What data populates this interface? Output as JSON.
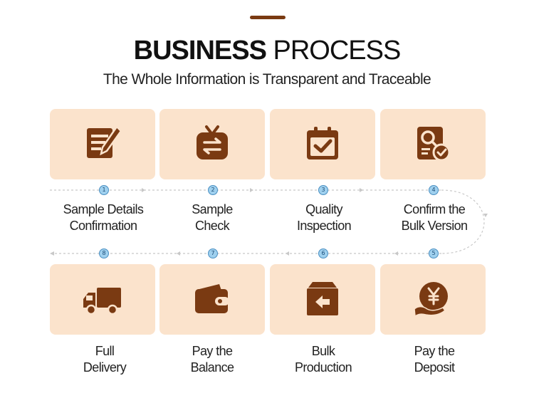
{
  "header": {
    "title_bold": "BUSINESS",
    "title_light": "PROCESS",
    "subtitle": "The Whole Information is Transparent and Traceable"
  },
  "colors": {
    "accent": "#7a3a12",
    "card": "#fbe3cc",
    "icon": "#7a3a12",
    "badge": "#9fd0ee",
    "line": "#c8c8c8"
  },
  "steps": [
    {
      "number": "1",
      "line1": "Sample Details",
      "line2": "Confirmation",
      "icon": "document-pencil-icon"
    },
    {
      "number": "2",
      "line1": "Sample",
      "line2": "Check",
      "icon": "tv-exchange-icon"
    },
    {
      "number": "3",
      "line1": "Quality",
      "line2": "Inspection",
      "icon": "calendar-check-icon"
    },
    {
      "number": "4",
      "line1": "Confirm the",
      "line2": "Bulk Version",
      "icon": "document-search-check-icon"
    },
    {
      "number": "5",
      "line1": "Pay the",
      "line2": "Deposit",
      "icon": "yen-hand-icon"
    },
    {
      "number": "6",
      "line1": "Bulk",
      "line2": "Production",
      "icon": "box-arrow-icon"
    },
    {
      "number": "7",
      "line1": "Pay the",
      "line2": "Balance",
      "icon": "wallet-icon"
    },
    {
      "number": "8",
      "line1": "Full",
      "line2": "Delivery",
      "icon": "truck-icon"
    }
  ]
}
